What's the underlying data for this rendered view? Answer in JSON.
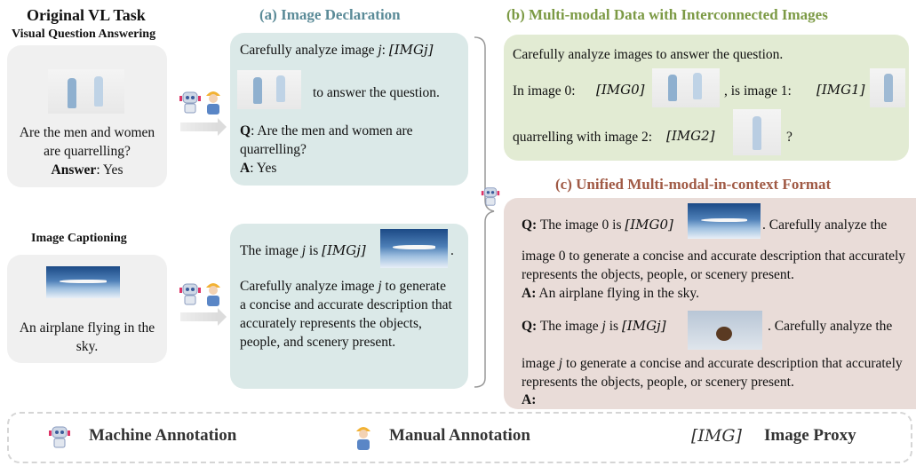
{
  "titles": {
    "original": "Original VL Task",
    "a": "(a) Image Declaration",
    "b": "(b) Multi-modal Data with Interconnected Images",
    "c": "(c) Unified Multi-modal-in-context Format"
  },
  "vqa": {
    "heading": "Visual Question Answering",
    "question": "Are the men and women are quarrelling?",
    "answer_label": "Answer",
    "answer_value": ": Yes"
  },
  "caption": {
    "heading": "Image Captioning",
    "text": "An airplane flying in the sky."
  },
  "a_top": {
    "line1": "Carefully analyze image ",
    "var_j": "j",
    "colon": ": ",
    "img_j": "[IMGj]",
    "after_img": "to answer the question.",
    "q_label": "Q",
    "q_text": ": Are the men and women are quarrelling?",
    "a_label": "A",
    "a_text": ": Yes"
  },
  "a_bottom": {
    "line1_pre": "The image ",
    "var_j": "j",
    "line1_mid": " is ",
    "img_j": "[IMGj]",
    "period": ".",
    "body_pre": "Carefully analyze image ",
    "body_rest": " to generate a concise and accurate description that accurately represents the objects, people, and scenery present."
  },
  "b": {
    "line1": "Carefully analyze images to answer the question.",
    "line2_pre": "In image 0:",
    "img0": "[IMG0]",
    "line2_mid": ", is  image 1: ",
    "img1": "[IMG1]",
    "line3_pre": "quarrelling with image 2: ",
    "img2": "[IMG2]",
    "line3_end": "?"
  },
  "c": {
    "q1_label": "Q:",
    "q1_pre": " The image 0 is ",
    "q1_img": "[IMG0]",
    "q1_post": ".  Carefully analyze the",
    "q1_body": "image 0 to generate a concise and accurate description that accurately represents the objects, people, or scenery present.",
    "a1_label": "A:",
    "a1_text": " An airplane flying in the sky.",
    "q2_label": "Q:",
    "q2_pre": " The image ",
    "q2_var": "j",
    "q2_mid": " is ",
    "q2_img": "[IMGj]",
    "q2_post": ". Carefully analyze the",
    "q2_body_pre": "image ",
    "q2_body_var": "j",
    "q2_body_rest": " to generate a concise and accurate description that accurately represents the objects, people, or scenery present.",
    "a2_label": "A:"
  },
  "legend": {
    "machine": "Machine  Annotation",
    "manual": "Manual  Annotation",
    "proxy_symbol": "[IMG]",
    "proxy": "Image Proxy"
  }
}
